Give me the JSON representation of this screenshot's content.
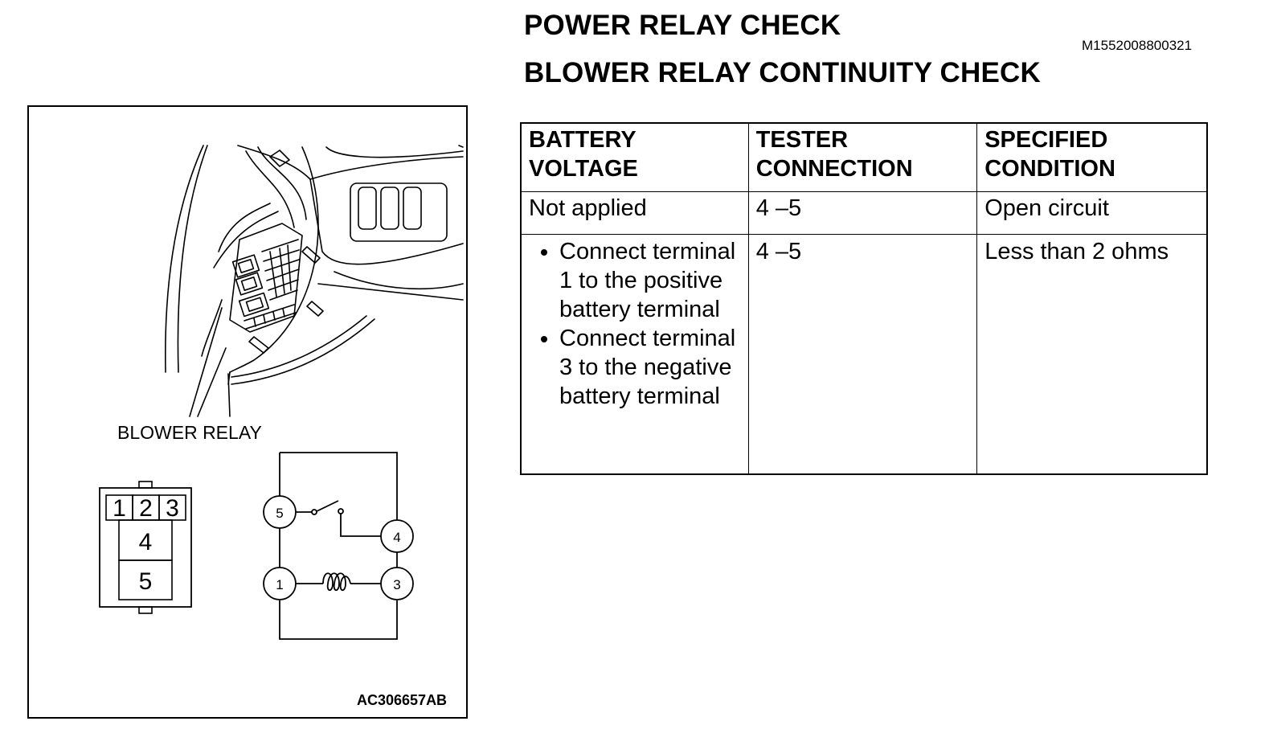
{
  "header": {
    "title_1": "POWER RELAY CHECK",
    "title_2": "BLOWER RELAY CONTINUITY CHECK",
    "doc_id": "M1552008800321"
  },
  "figure": {
    "component_label": "BLOWER RELAY",
    "figure_id": "AC306657AB",
    "connector_pins": {
      "top": [
        "1",
        "2",
        "3"
      ],
      "middle": "4",
      "bottom": "5"
    },
    "schematic_pins": [
      "5",
      "4",
      "1",
      "3"
    ]
  },
  "table": {
    "headers": [
      "BATTERY VOLTAGE",
      "TESTER CONNECTION",
      "SPECIFIED CONDITION"
    ],
    "rows": [
      {
        "battery_voltage": "Not applied",
        "tester_connection": "4 –5",
        "specified_condition": "Open circuit"
      },
      {
        "battery_voltage_items": [
          "Connect terminal 1 to the positive battery terminal",
          "Connect terminal 3 to the negative battery terminal"
        ],
        "tester_connection": "4 –5",
        "specified_condition": "Less than 2 ohms"
      }
    ]
  }
}
